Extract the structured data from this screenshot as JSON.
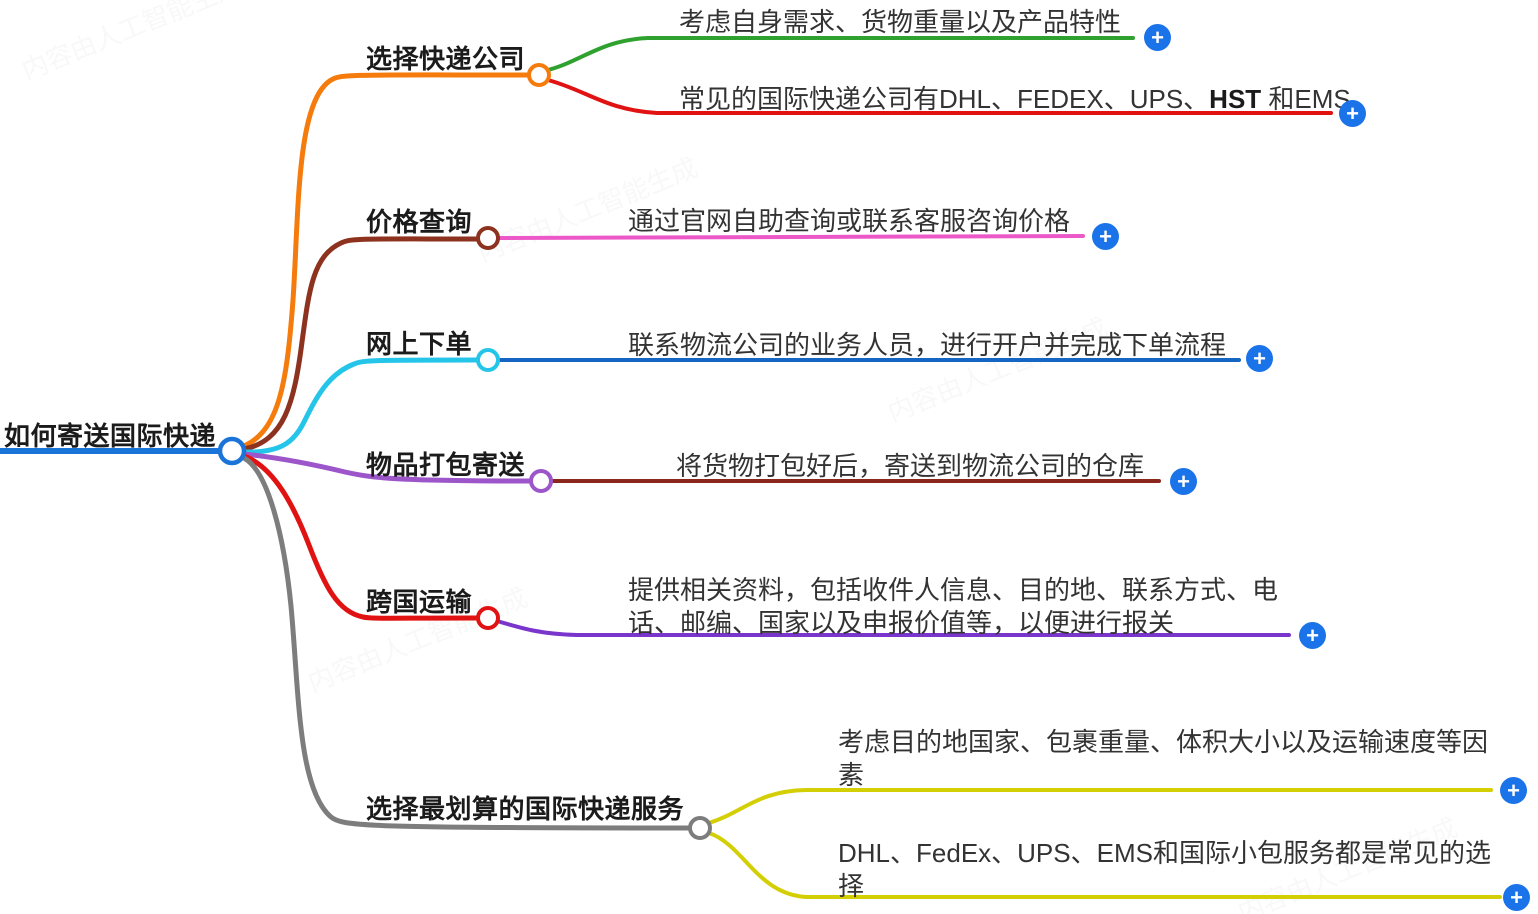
{
  "root": {
    "label": "如何寄送国际快递",
    "color": "#1b74d8"
  },
  "branches": [
    {
      "label": "选择快递公司",
      "color": "#f57b0c",
      "children": [
        {
          "text": "考虑自身需求、货物重量以及产品特性",
          "color": "#2fa12f"
        },
        {
          "text_pre": "常见的国际快递公司有DHL、FEDEX、UPS、",
          "text_bold": "HST",
          "text_post": " 和EMS",
          "color": "#e01212"
        }
      ]
    },
    {
      "label": "价格查询",
      "color": "#8e3220",
      "children": [
        {
          "text": "通过官网自助查询或联系客服咨询价格",
          "color": "#ec58c8"
        }
      ]
    },
    {
      "label": "网上下单",
      "color": "#24c5e8",
      "children": [
        {
          "text": "联系物流公司的业务人员，进行开户并完成下单流程",
          "color": "#1566c2"
        }
      ]
    },
    {
      "label": "物品打包寄送",
      "color": "#9c56ca",
      "children": [
        {
          "text": "将货物打包好后，寄送到物流公司的仓库",
          "color": "#8b261c"
        }
      ]
    },
    {
      "label": "跨国运输",
      "color": "#e01212",
      "children": [
        {
          "text": "提供相关资料，包括收件人信息、目的地、联系方式、电话、邮编、国家以及申报价值等，以便进行报关",
          "color": "#7a35cc"
        }
      ]
    },
    {
      "label": "选择最划算的国际快递服务",
      "color": "#7d7d7d",
      "children": [
        {
          "text": "考虑目的地国家、包裹重量、体积大小以及运输速度等因素",
          "color": "#d4cf04"
        },
        {
          "text": "DHL、FedEx、UPS、EMS和国际小包服务都是常见的选择",
          "color": "#d4cf04"
        }
      ]
    }
  ],
  "add_button": {
    "glyph": "+",
    "color": "#1a73e8"
  },
  "watermark": {
    "text": "内容由人工智能生成"
  }
}
